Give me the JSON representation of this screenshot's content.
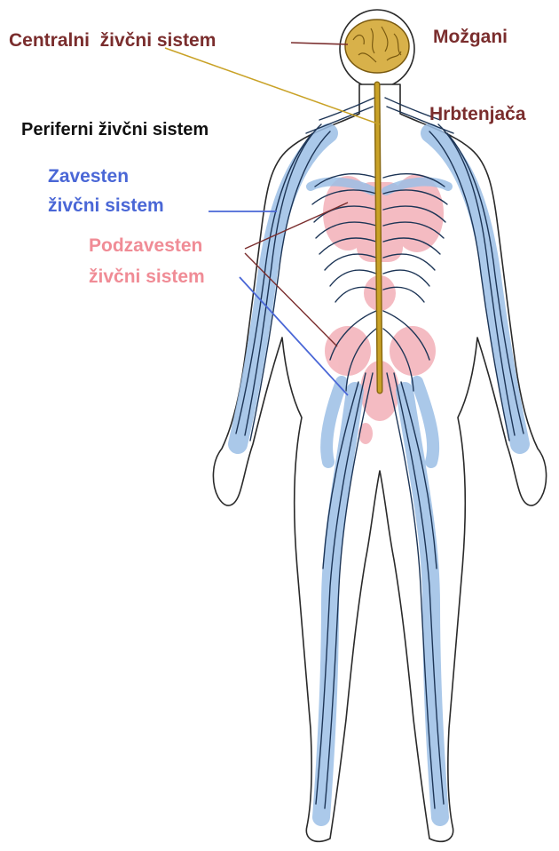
{
  "labels": {
    "cns": "Centralni  živčni sistem",
    "brain": "Možgani",
    "spinal_cord": "Hrbtenjača",
    "pns": "Periferni živčni sistem",
    "somatic_line1": "Zavesten",
    "somatic_line2": "živčni sistem",
    "autonomic_line1": "Podzavesten",
    "autonomic_line2": "živčni sistem"
  },
  "colors": {
    "central": "#7a2d2d",
    "peripheral": "#111111",
    "somatic": "#4a67d6",
    "autonomic": "#f08c96",
    "nerve_fill": "#9cbfe6",
    "nerve_line": "#1d3556",
    "spine": "#c9a227",
    "brain": "#d8b14a",
    "autonomic_region": "#f3b0b8"
  }
}
